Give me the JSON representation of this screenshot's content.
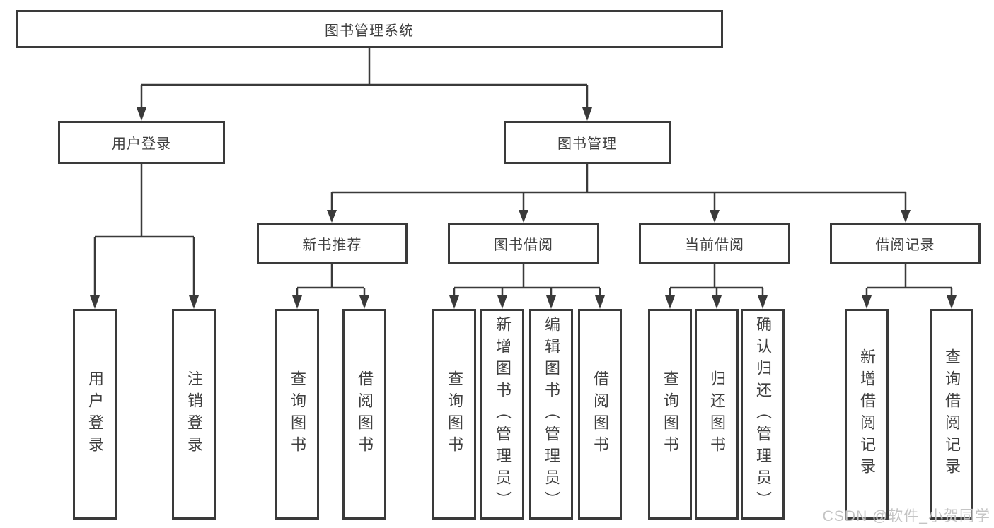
{
  "diagram": {
    "root": {
      "label": "图书管理系统"
    },
    "level2": [
      {
        "label": "用户登录"
      },
      {
        "label": "图书管理"
      }
    ],
    "level3": [
      {
        "label": "新书推荐"
      },
      {
        "label": "图书借阅"
      },
      {
        "label": "当前借阅"
      },
      {
        "label": "借阅记录"
      }
    ],
    "leaves": {
      "user_login": [
        "用户登录",
        "注销登录"
      ],
      "new_books": [
        "查询图书",
        "借阅图书"
      ],
      "book_borrow": [
        "查询图书",
        "新增图书（管理员）",
        "编辑图书（管理员）",
        "借阅图书"
      ],
      "current_borrow": [
        "查询图书",
        "归还图书",
        "确认归还（管理员）"
      ],
      "borrow_records": [
        "新增借阅记录",
        "查询借阅记录"
      ]
    }
  },
  "watermark": {
    "text": "CSDN @软件_小贺同学"
  },
  "colors": {
    "line": "#3a3a3a",
    "text": "#3f3f3f",
    "background": "#ffffff",
    "watermark": "#bebebe"
  }
}
